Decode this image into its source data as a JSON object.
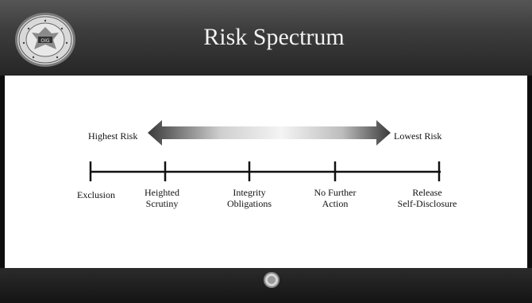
{
  "slide": {
    "title": "Risk Spectrum"
  },
  "arrow": {
    "left_label": "Highest Risk",
    "right_label": "Lowest Risk"
  },
  "spectrum": {
    "ticks": [
      {
        "line1": "Exclusion",
        "line2": ""
      },
      {
        "line1": "Heighted",
        "line2": "Scrutiny"
      },
      {
        "line1": "Integrity",
        "line2": "Obligations"
      },
      {
        "line1": "No Further",
        "line2": "Action"
      },
      {
        "line1": "Release",
        "line2": "Self-Disclosure"
      }
    ]
  },
  "logo": {
    "seal_text": "OIG"
  },
  "colors": {
    "header_dark": "#262626",
    "arrow_dark": "#3a3a3a",
    "content_bg": "#ffffff"
  }
}
